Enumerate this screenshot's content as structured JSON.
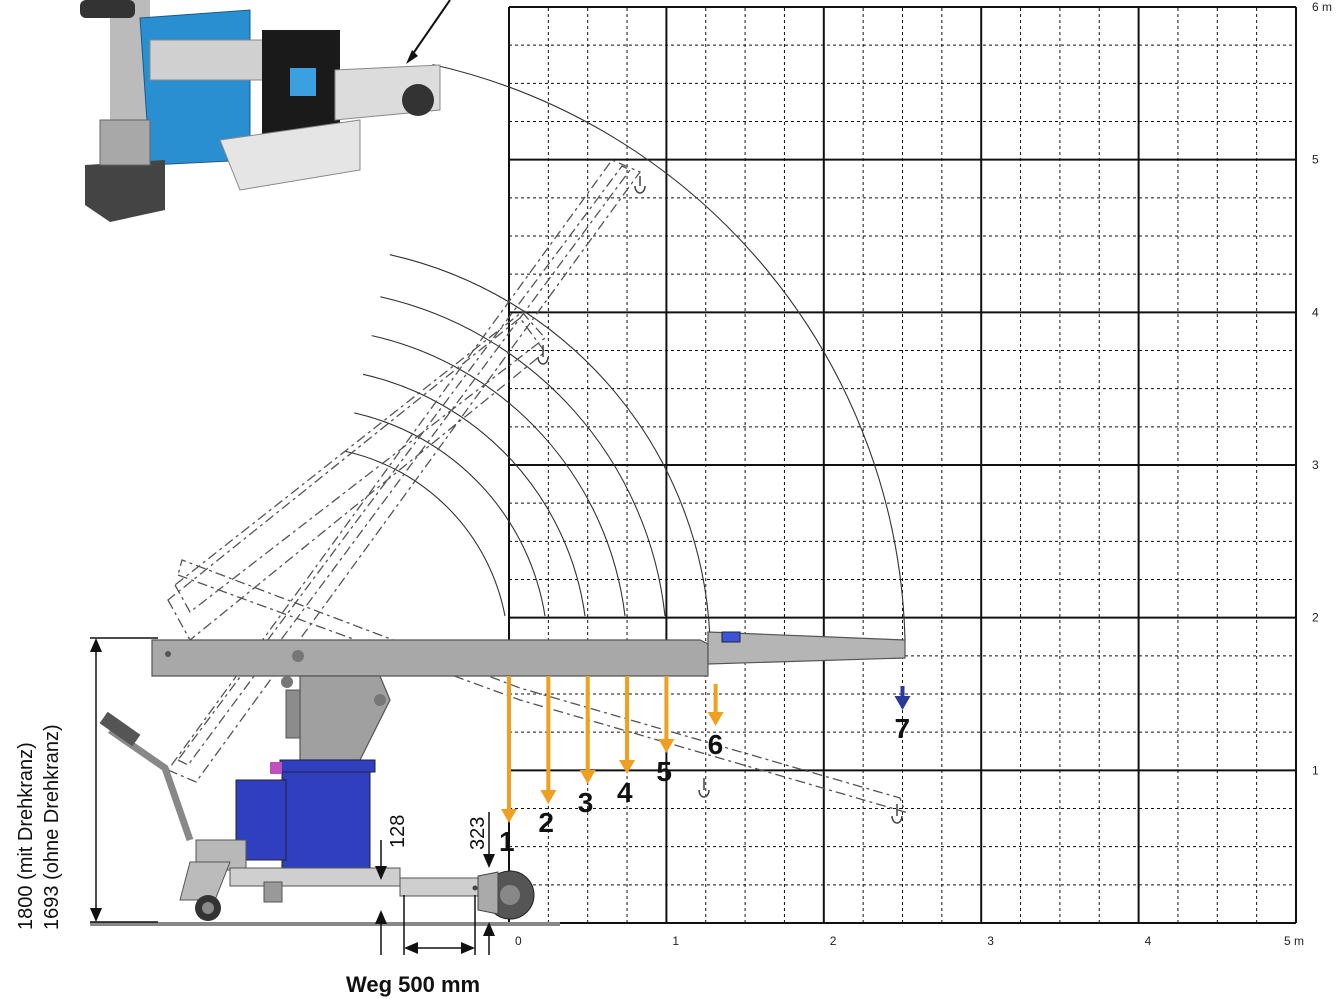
{
  "diagram": {
    "x_unit": "m",
    "y_unit": "m",
    "x_range": [
      0,
      5
    ],
    "y_range": [
      0,
      6
    ],
    "x_ticks": [
      "0",
      "1",
      "2",
      "3",
      "4",
      "5 m"
    ],
    "y_ticks": [
      "1",
      "2",
      "3",
      "4",
      "5",
      "6 m"
    ],
    "hook_positions": [
      {
        "label": "1",
        "x_m": 0.0,
        "color": "#f0a020"
      },
      {
        "label": "2",
        "x_m": 0.25,
        "color": "#f0a020"
      },
      {
        "label": "3",
        "x_m": 0.5,
        "color": "#f0a020"
      },
      {
        "label": "4",
        "x_m": 0.75,
        "color": "#f0a020"
      },
      {
        "label": "5",
        "x_m": 1.0,
        "color": "#f0a020"
      },
      {
        "label": "6",
        "x_m": 1.3,
        "color": "#f0a020"
      },
      {
        "label": "7",
        "x_m": 2.5,
        "color": "#2b3a9a"
      }
    ],
    "dimensions": {
      "height_line1": "1800 (mit Drehkranz)",
      "height_line2": "1693 (ohne Drehkranz)",
      "dim_128": "128",
      "dim_323": "323",
      "travel": "Weg 500 mm"
    },
    "colors": {
      "arrow_orange": "#f0a020",
      "arrow_blue": "#2b3a9a",
      "machine_blue": "#2f3fbf",
      "machine_grey": "#9a9a9a",
      "grid": "#111111"
    }
  }
}
